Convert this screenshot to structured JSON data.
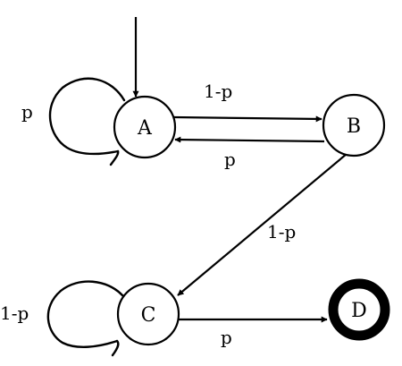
{
  "states": {
    "A": {
      "label": "A"
    },
    "B": {
      "label": "B"
    },
    "C": {
      "label": "C"
    },
    "D": {
      "label": "D"
    }
  },
  "edges": {
    "a_loop": "p",
    "a_to_b": "1-p",
    "b_to_a": "p",
    "b_to_c": "1-p",
    "c_loop": "1-p",
    "c_to_d": "p"
  },
  "initial_state": "A",
  "accepting_state": "D"
}
